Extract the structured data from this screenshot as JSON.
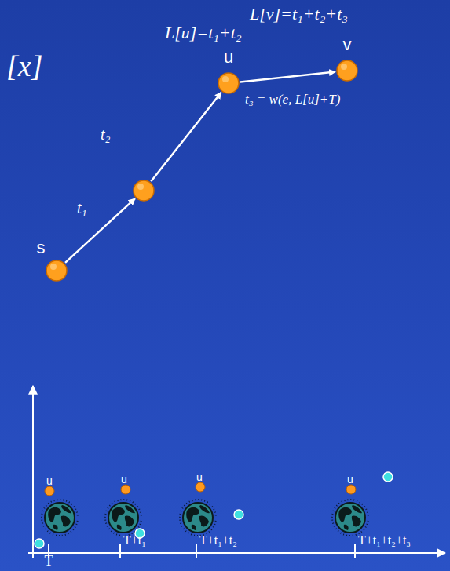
{
  "diagram": {
    "nodes": [
      {
        "text": [
          "s"
        ]
      },
      {
        "text": []
      },
      {
        "text": [
          "u"
        ]
      },
      {
        "text": [
          "v"
        ]
      }
    ],
    "edges": [
      {
        "from": 0,
        "to": 1,
        "arrow": "to",
        "label": "t₁"
      },
      {
        "from": 1,
        "to": 2,
        "arrow": "to",
        "label": "t₂"
      },
      {
        "from": 2,
        "to": 3,
        "arrow": "to",
        "label": "t₃ = w(e, L[u]+T)"
      }
    ],
    "labels": [
      "[x]",
      "L[u]=t₁+t₂",
      "L[v]=t₁+t₂+t₃",
      "u",
      "u",
      "u",
      "u",
      "T",
      "T+t₁",
      "T+t₁+t₂",
      "T+t₁+t₂+t₃"
    ]
  }
}
